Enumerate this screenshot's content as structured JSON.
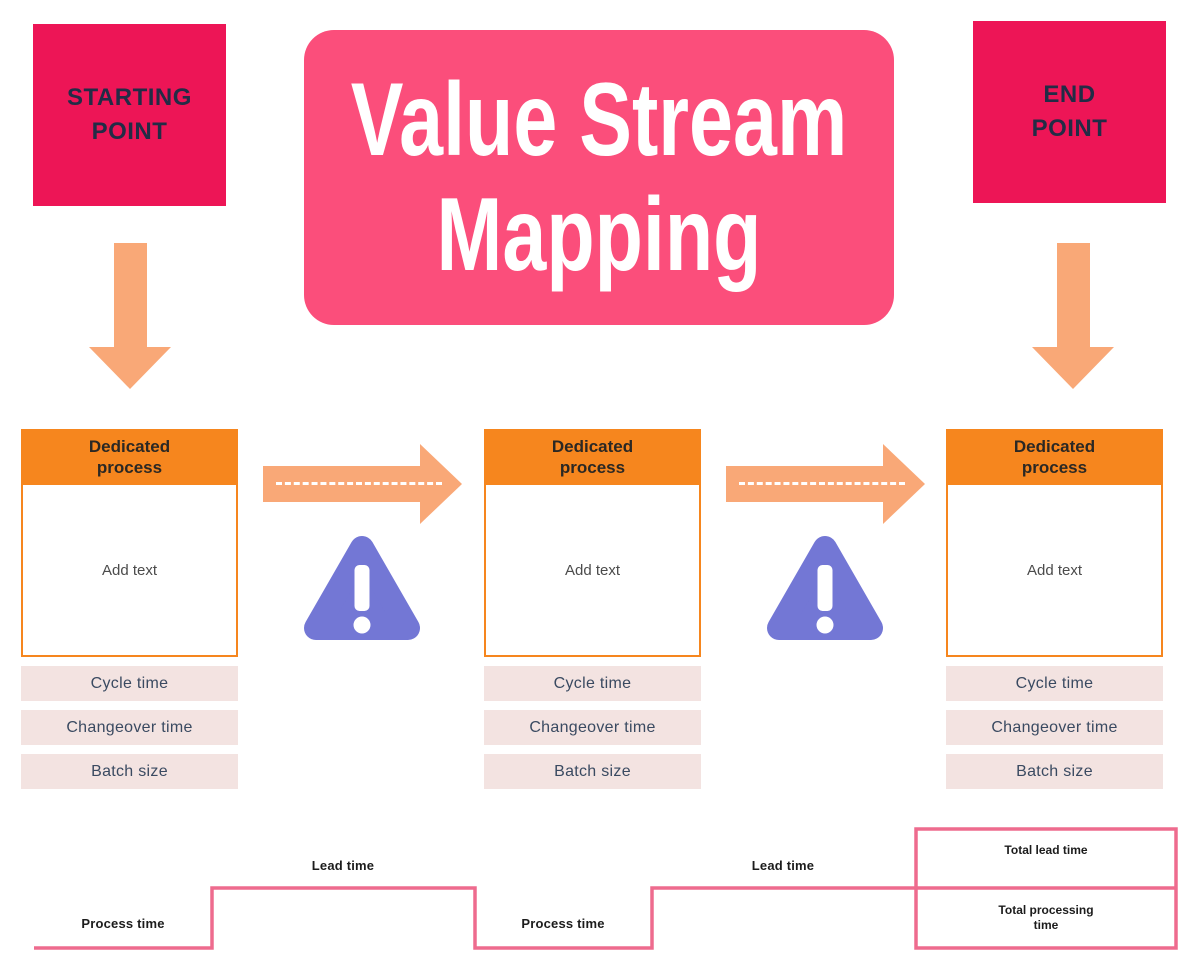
{
  "colors": {
    "crimson": "#ED1556",
    "pink": "#FB4E7B",
    "orange": "#F6861E",
    "light-orange": "#F9A877",
    "purple": "#7377D5",
    "row-pink": "#F3E3E1",
    "line-pink": "#EE6B8E",
    "navy": "#222C46",
    "slate": "#3A4A61"
  },
  "title": {
    "text": "Value Stream Mapping"
  },
  "start_box": {
    "label": "STARTING POINT"
  },
  "end_box": {
    "label": "END POINT"
  },
  "process_columns": [
    {
      "header": "Dedicated process",
      "body_placeholder": "Add text",
      "metrics": [
        "Cycle time",
        "Changeover time",
        "Batch size"
      ]
    },
    {
      "header": "Dedicated process",
      "body_placeholder": "Add text",
      "metrics": [
        "Cycle time",
        "Changeover time",
        "Batch size"
      ]
    },
    {
      "header": "Dedicated process",
      "body_placeholder": "Add text",
      "metrics": [
        "Cycle time",
        "Changeover time",
        "Batch size"
      ]
    }
  ],
  "timeline": {
    "lead_labels": [
      "Lead time",
      "Lead time"
    ],
    "process_labels": [
      "Process time",
      "Process time"
    ],
    "total_lead": "Total lead time",
    "total_processing": "Total processing time"
  }
}
